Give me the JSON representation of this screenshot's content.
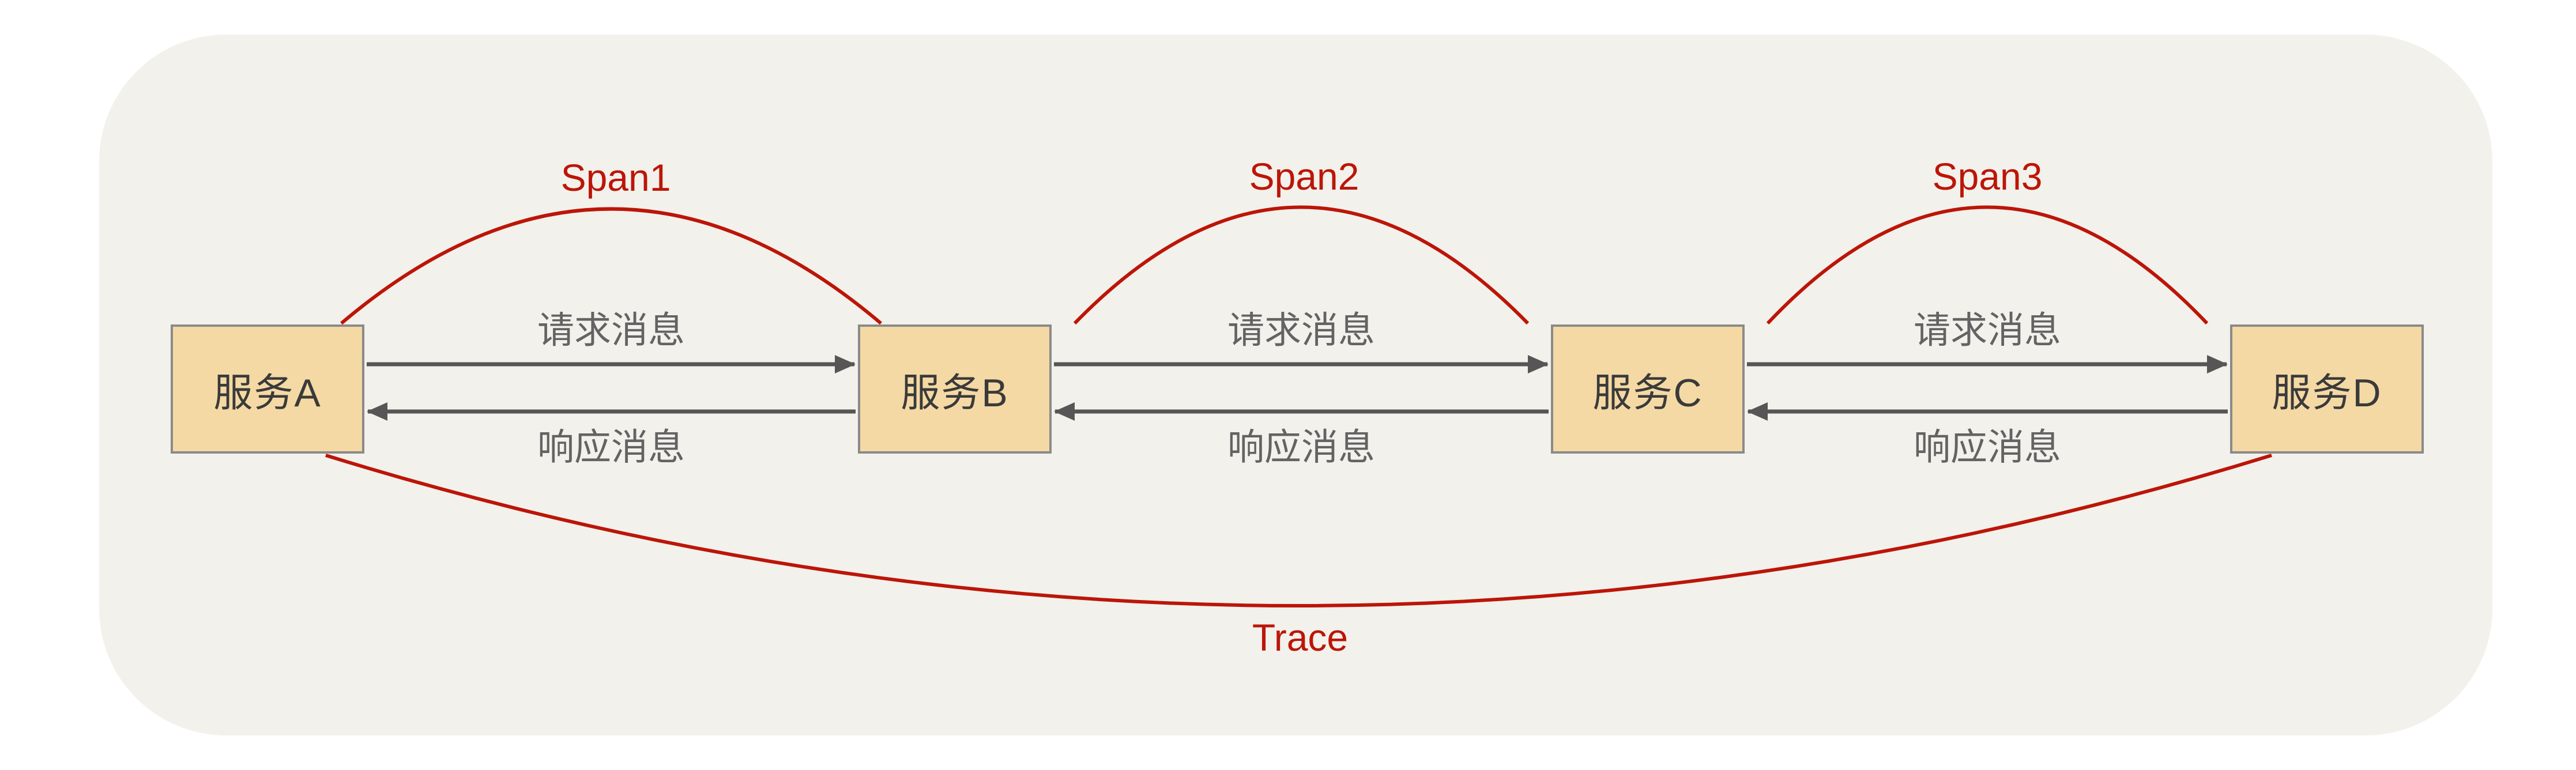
{
  "services": [
    {
      "label": "服务A"
    },
    {
      "label": "服务B"
    },
    {
      "label": "服务C"
    },
    {
      "label": "服务D"
    }
  ],
  "flows": [
    {
      "request": "请求消息",
      "response": "响应消息"
    },
    {
      "request": "请求消息",
      "response": "响应消息"
    },
    {
      "request": "请求消息",
      "response": "响应消息"
    }
  ],
  "spans": [
    {
      "label": "Span1"
    },
    {
      "label": "Span2"
    },
    {
      "label": "Span3"
    }
  ],
  "trace": {
    "label": "Trace"
  },
  "colors": {
    "page_bg": "#FFFFFF",
    "panel_bg": "#F2F1EB",
    "box_fill": "#F4D9A4",
    "box_border": "#8A8A8A",
    "box_text": "#3A3A3A",
    "arrow": "#565656",
    "arrow_label": "#636363",
    "accent_red": "#BC1508"
  }
}
